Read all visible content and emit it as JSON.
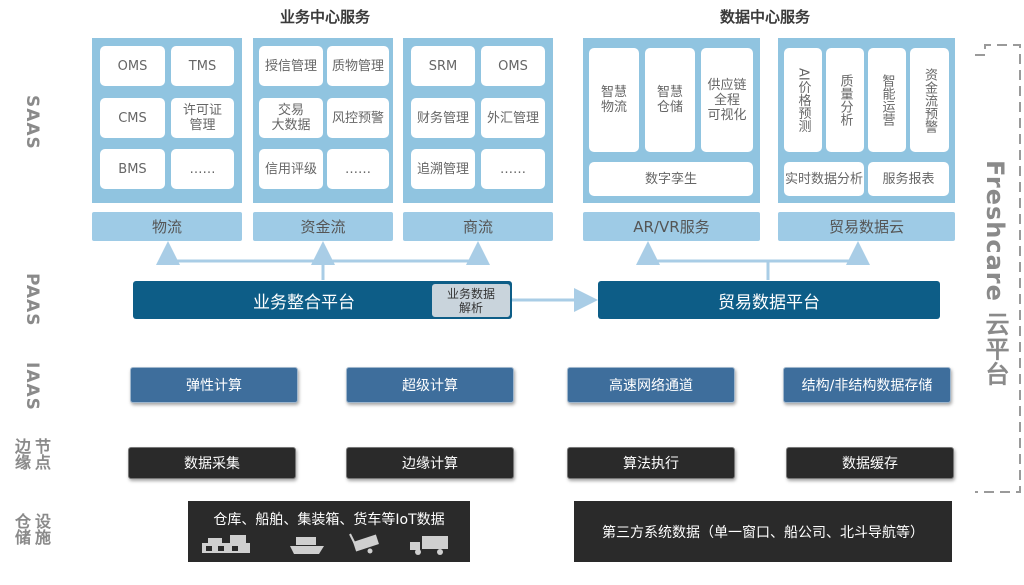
{
  "headings": {
    "business_center": "业务中心服务",
    "data_center": "数据中心服务"
  },
  "layers": {
    "saas": "SAAS",
    "paas": "PAAS",
    "iaas": "IAAS",
    "edge_a": "边缘",
    "edge_b": "节点",
    "fac_a": "仓储",
    "fac_b": "设施"
  },
  "panels": {
    "logistics": {
      "tiles": [
        "OMS",
        "TMS",
        "CMS",
        "许可证\n管理",
        "BMS",
        "……"
      ],
      "category": "物流"
    },
    "capital": {
      "tiles": [
        "授信管理",
        "质物管理",
        "交易\n大数据",
        "风控预警",
        "信用评级",
        "……"
      ],
      "category": "资金流"
    },
    "commerce": {
      "tiles": [
        "SRM",
        "OMS",
        "财务管理",
        "外汇管理",
        "追溯管理",
        "……"
      ],
      "category": "商流"
    },
    "arvr": {
      "tiles": [
        "智慧\n物流",
        "智慧\n仓储",
        "供应链\n全程\n可视化"
      ],
      "bottom": "数字孪生",
      "category": "AR/VR服务"
    },
    "tradecloud": {
      "tiles": [
        "AI价格预测",
        "质量分析",
        "智能运营",
        "资金流预警"
      ],
      "bottom_left": "实时数据分析",
      "bottom_right": "服务报表",
      "category": "贸易数据云"
    }
  },
  "paas": {
    "integration": "业务整合平台",
    "analysis": "业务数据\n解析",
    "trade": "贸易数据平台"
  },
  "iaas": [
    "弹性计算",
    "超级计算",
    "高速网络通道",
    "结构/非结构数据存储"
  ],
  "edge": [
    "数据采集",
    "边缘计算",
    "算法执行",
    "数据缓存"
  ],
  "facilities": {
    "iot": "仓库、船舶、集装箱、货车等IoT数据",
    "third_party": "第三方系统数据（单一窗口、船公司、北斗导航等）"
  },
  "icons": [
    "warehouse-icon",
    "ship-icon",
    "container-icon",
    "truck-icon"
  ],
  "brand": "Freshcare 云平台",
  "colors": {
    "panel": "#90c4e0",
    "paas": "#0d5d87",
    "iaas": "#3e6e9c",
    "edge": "#2a2a2a",
    "arrow": "#a9cde6"
  }
}
